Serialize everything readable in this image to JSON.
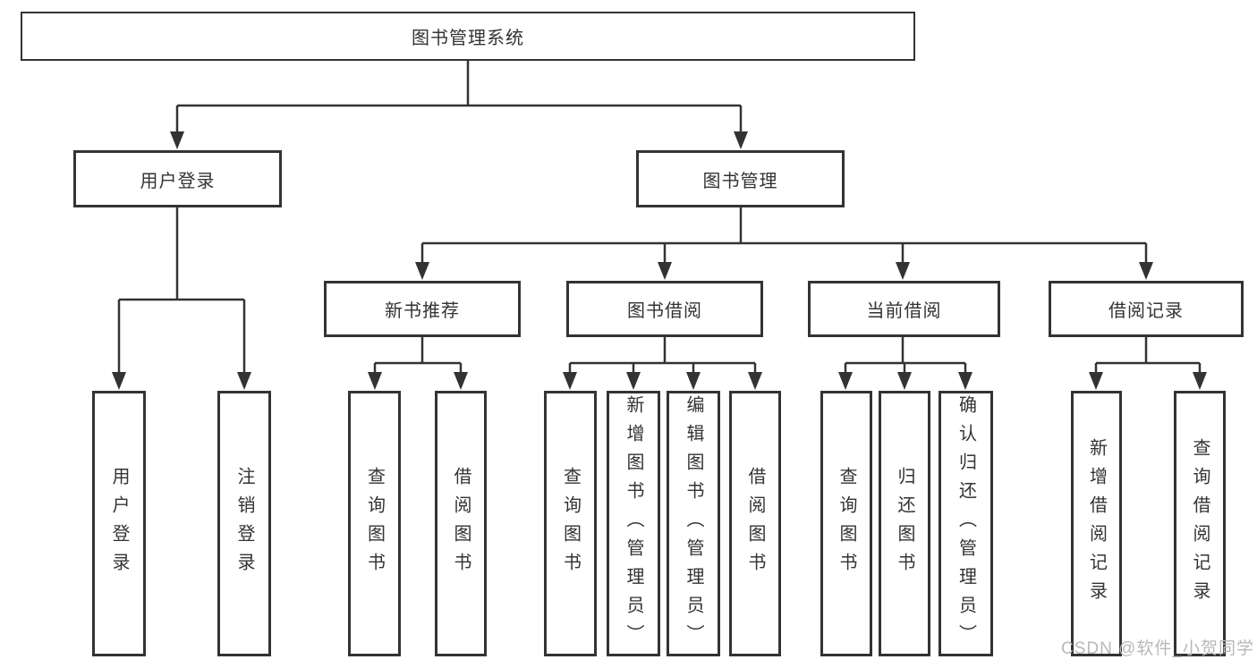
{
  "diagram": {
    "type": "hierarchy",
    "tree": {
      "label": "图书管理系统",
      "children": [
        {
          "label": "用户登录",
          "children": [
            {
              "label": "用户登录"
            },
            {
              "label": "注销登录"
            }
          ]
        },
        {
          "label": "图书管理",
          "children": [
            {
              "label": "新书推荐",
              "children": [
                {
                  "label": "查询图书"
                },
                {
                  "label": "借阅图书"
                }
              ]
            },
            {
              "label": "图书借阅",
              "children": [
                {
                  "label": "查询图书"
                },
                {
                  "label": "新增图书（管理员）"
                },
                {
                  "label": "编辑图书（管理员）"
                },
                {
                  "label": "借阅图书"
                }
              ]
            },
            {
              "label": "当前借阅",
              "children": [
                {
                  "label": "查询图书"
                },
                {
                  "label": "归还图书"
                },
                {
                  "label": "确认归还（管理员）"
                }
              ]
            },
            {
              "label": "借阅记录",
              "children": [
                {
                  "label": "新增借阅记录"
                },
                {
                  "label": "查询借阅记录"
                }
              ]
            }
          ]
        }
      ]
    }
  },
  "watermark": {
    "text": "CSDN @软件_小贺同学"
  },
  "colors": {
    "line": "#333333",
    "box_border": "#333333",
    "text": "#333333",
    "watermark": "#b8b8b8",
    "background": "#ffffff"
  }
}
